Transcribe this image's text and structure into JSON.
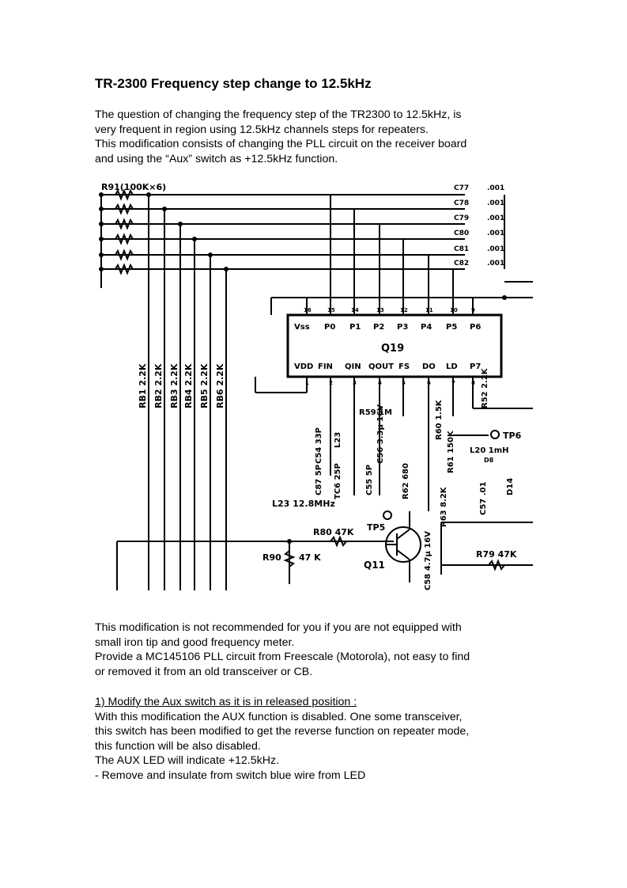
{
  "title": "TR-2300 Frequency step change to 12.5kHz",
  "intro": [
    "The question of changing the frequency step of the TR2300 to 12.5kHz, is",
    "very frequent in region using 12.5kHz channels steps for repeaters.",
    "This modification consists of changing the PLL circuit on the receiver board",
    "and using the “Aux” switch as +12.5kHz function."
  ],
  "schematic": {
    "r91": "R91(100K×6)",
    "caps": [
      {
        "ref": "C77",
        "val": ".001"
      },
      {
        "ref": "C78",
        "val": ".001"
      },
      {
        "ref": "C79",
        "val": ".001"
      },
      {
        "ref": "C80",
        "val": ".001"
      },
      {
        "ref": "C81",
        "val": ".001"
      },
      {
        "ref": "C82",
        "val": ".001"
      }
    ],
    "ic": "Q19",
    "pins_top": [
      "Vss",
      "P0",
      "P1",
      "P2",
      "P3",
      "P4",
      "P5",
      "P6"
    ],
    "pins_bottom": [
      "VDD",
      "FIN",
      "QIN",
      "QOUT",
      "FS",
      "DO",
      "LD",
      "P7"
    ],
    "pin_numbers_top": [
      "16",
      "15",
      "14",
      "13",
      "12",
      "11",
      "10",
      "9"
    ],
    "pin_numbers_bottom": [
      "1",
      "2",
      "3",
      "4",
      "5",
      "6",
      "7",
      "8"
    ],
    "resistors_vertical": [
      "RB1 2.2K",
      "RB2 2.2K",
      "RB3 2.2K",
      "RB4 2.2K",
      "RB5 2.2K",
      "RB6 2.2K"
    ],
    "r59": "R59 1M",
    "r60": "R60 1.5K",
    "r61": "R61 150K",
    "r52": "R52 2.2K",
    "c54": "C54 33P",
    "l23": "L23",
    "c87": "C87 5P",
    "tc6": "TC6 25P",
    "c55": "C55 5P",
    "c56": "C56 3.3µ 16V",
    "r62": "R62 680",
    "r63": "R63 8.2K",
    "c57": "C57 .01",
    "d14": "D14",
    "tp6": "TP6",
    "l20": "L20 1mH",
    "d8": "D8",
    "l23_freq": "L23 12.8MHz",
    "r80": "R80 47K",
    "tp5": "TP5",
    "r90": "R90",
    "r90_val": "47 K",
    "q11": "Q11",
    "c58": "C58 4.7µ 16V",
    "r79": "R79 47K"
  },
  "body2": [
    "This modification is not recommended for you if you are not equipped with",
    "small iron tip and good frequency meter.",
    "Provide a MC145106 PLL circuit from Freescale (Motorola), not easy to find",
    "or removed it from an old transceiver or CB."
  ],
  "step1_heading": "1) Modify the Aux switch as it is in released position :",
  "step1": [
    "With this modification the AUX function is disabled. One some transceiver,",
    "this switch has been modified to get the reverse function on repeater mode,",
    "this function will be also disabled.",
    "The AUX LED will indicate +12.5kHz.",
    "- Remove and insulate from switch blue wire from LED"
  ]
}
